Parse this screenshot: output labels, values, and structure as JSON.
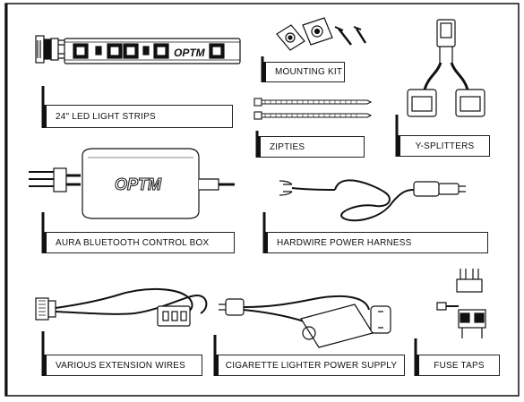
{
  "brand": "OPTM",
  "labels": {
    "led_strips": "24\" LED LIGHT STRIPS",
    "mounting_kit": "MOUNTING KIT",
    "zipties": "ZIPTIES",
    "y_splitters": "Y-SPLITTERS",
    "control_box": "AURA BLUETOOTH CONTROL BOX",
    "power_harness": "HARDWIRE POWER HARNESS",
    "extension_wires": "VARIOUS EXTENSION WIRES",
    "cigarette_supply": "CIGARETTE LIGHTER POWER SUPPLY",
    "fuse_taps": "FUSE TAPS"
  }
}
